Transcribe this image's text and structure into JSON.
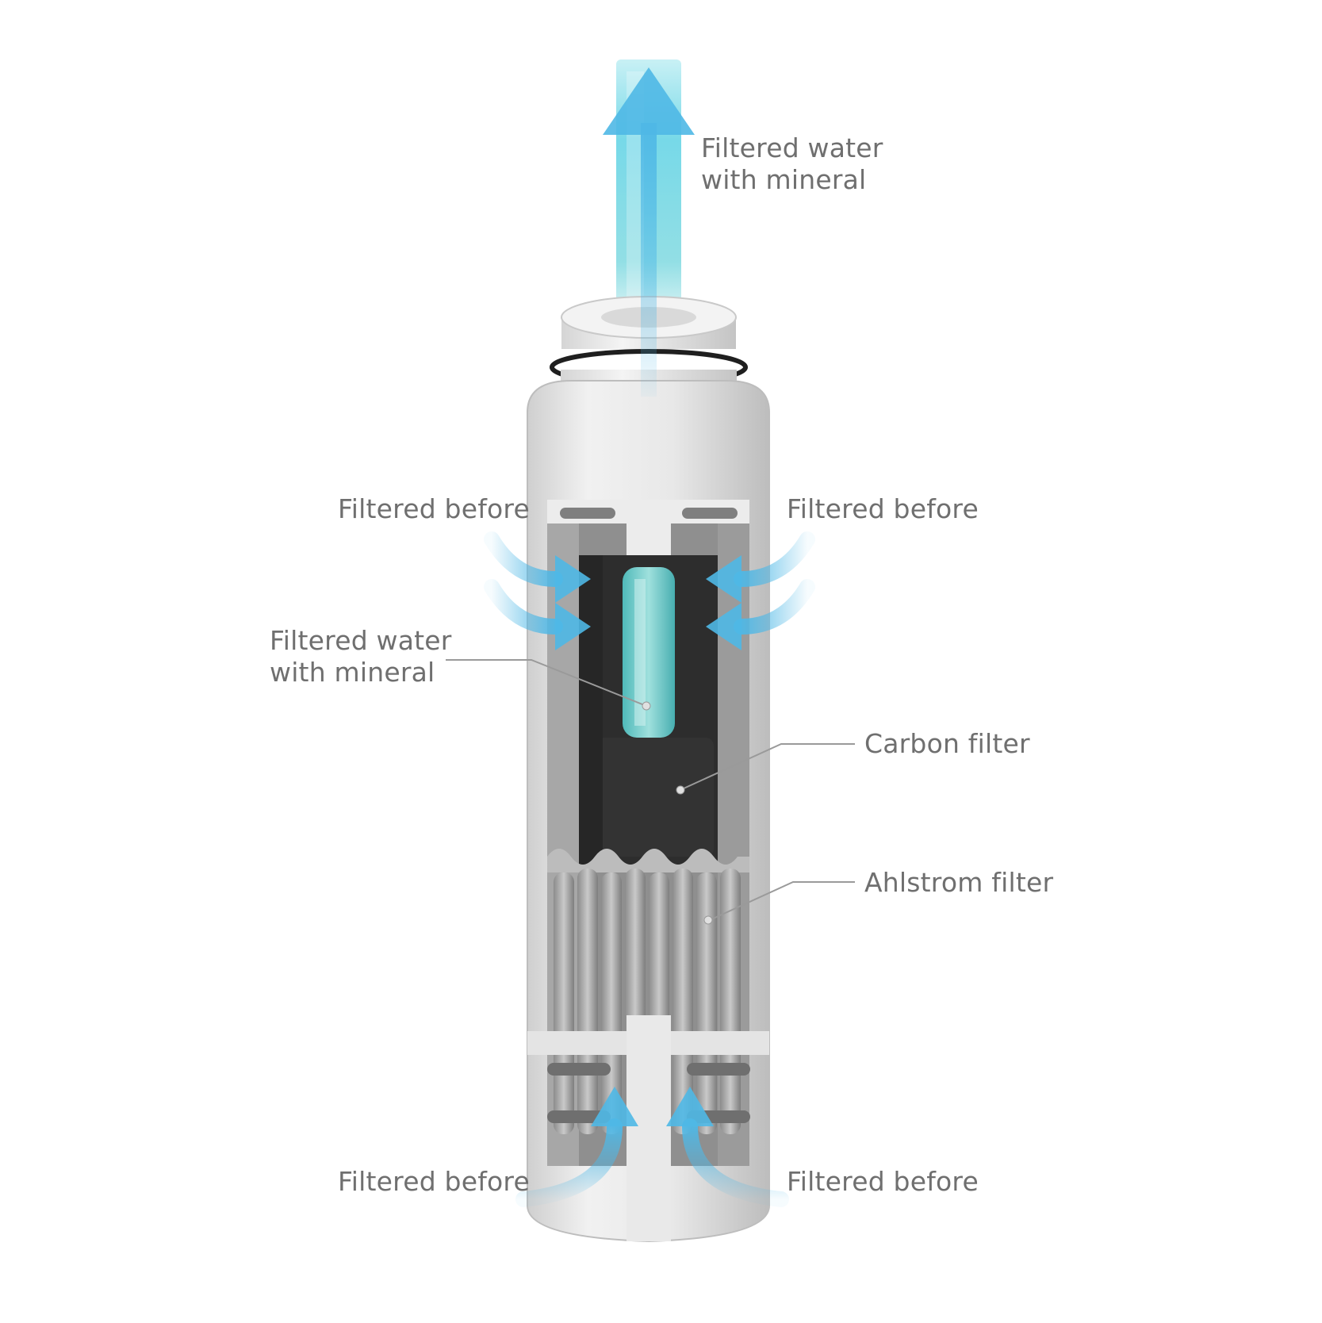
{
  "labels": {
    "top_outlet": {
      "line1": "Filtered water",
      "line2": "with mineral"
    },
    "inner_core": {
      "line1": "Filtered water",
      "line2": "with mineral"
    },
    "upper_left_inlet": "Filtered before",
    "upper_right_inlet": "Filtered before",
    "lower_left_inlet": "Filtered before",
    "lower_right_inlet": "Filtered before",
    "carbon_filter": "Carbon filter",
    "ahlstrom_filter": "Ahlstrom filter"
  },
  "colors": {
    "label_text": "#6f6f6f",
    "leader_line": "#9a9a9a",
    "water_arrow": "#4fb8e6",
    "mineral_stream": "#66d0e0",
    "housing": "#e6e6e6",
    "carbon": "#2f2f2f",
    "pleat": "#a9a9a9"
  },
  "icons": {
    "flow_arrow": "arrow-icon",
    "outlet_arrow": "arrow-up-icon"
  }
}
